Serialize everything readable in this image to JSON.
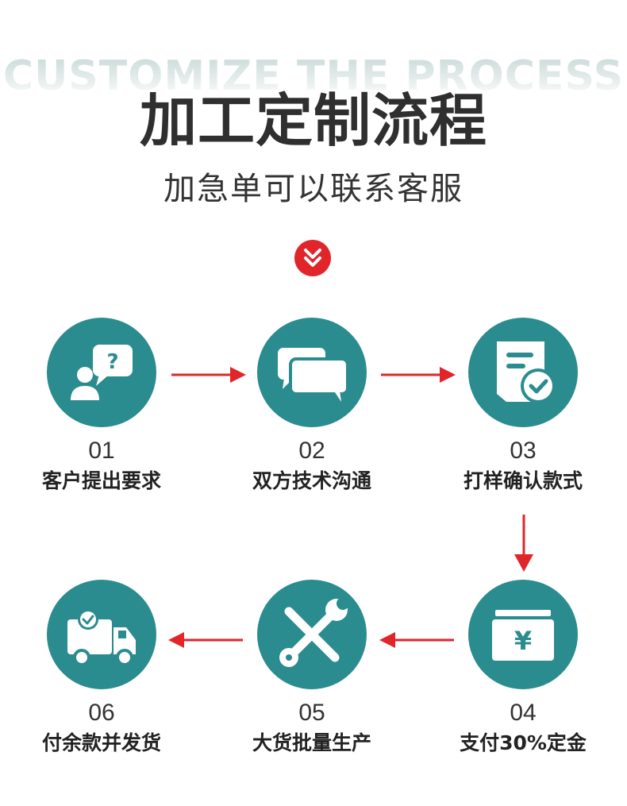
{
  "header": {
    "en_title": "CUSTOMIZE THE PROCESS",
    "cn_title": "加工定制流程",
    "subtitle": "加急单可以联系客服"
  },
  "colors": {
    "teal": "#2a8c8f",
    "arrow_red": "#e0262a",
    "text_dark": "#2f2f2f"
  },
  "steps": [
    {
      "num": "01",
      "label": "客户提出要求",
      "icon": "customer-question-icon"
    },
    {
      "num": "02",
      "label": "双方技术沟通",
      "icon": "chat-bubbles-icon"
    },
    {
      "num": "03",
      "label": "打样确认款式",
      "icon": "document-check-icon"
    },
    {
      "num": "04",
      "label": "支付30%定金",
      "icon": "wallet-yen-icon"
    },
    {
      "num": "05",
      "label": "大货批量生产",
      "icon": "tools-icon"
    },
    {
      "num": "06",
      "label": "付余款并发货",
      "icon": "delivery-truck-icon"
    }
  ]
}
